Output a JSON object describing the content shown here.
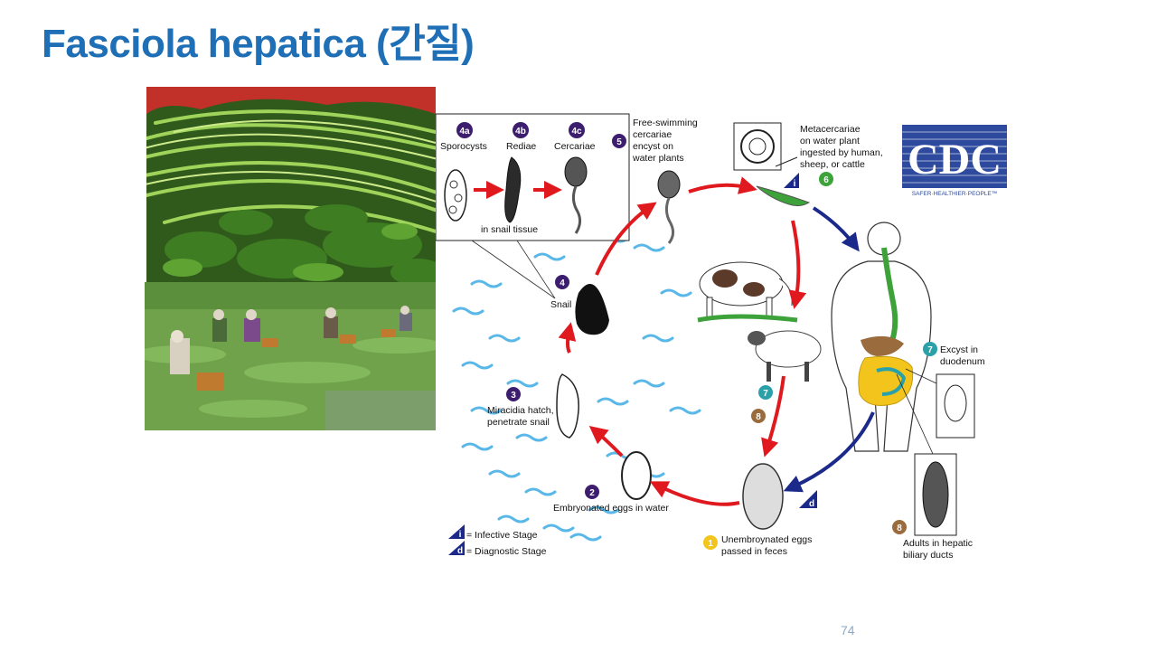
{
  "title": "Fasciola hepatica (간질)",
  "page_number": "74",
  "cdc_logo": {
    "text": "CDC",
    "tagline": "SAFER·HEALTHIER·PEOPLE™",
    "color": "#2e4a9e"
  },
  "colors": {
    "title": "#1f6fb6",
    "arrow_red": "#e0191f",
    "arrow_blue": "#1b2a8a",
    "badge_purple": "#3c1d6e",
    "badge_teal": "#2aa1a8",
    "badge_brown": "#9a6b3c",
    "badge_green": "#3da23a",
    "badge_yellow": "#f3c51c",
    "water": "#5ab8e8"
  },
  "stages": {
    "s4a": {
      "badge": "4a",
      "label": "Sporocysts"
    },
    "s4b": {
      "badge": "4b",
      "label": "Rediae"
    },
    "s4c": {
      "badge": "4c",
      "label": "Cercariae"
    },
    "in_snail": "in snail tissue",
    "s5": {
      "badge": "5",
      "lines": [
        "Free-swimming",
        "cercariae",
        "encyst on",
        "water plants"
      ]
    },
    "s6": {
      "badge": "6",
      "lines": [
        "Metacercariae",
        "on water plant",
        "ingested by human,",
        "sheep, or cattle"
      ]
    },
    "s4": {
      "badge": "4",
      "label": "Snail"
    },
    "s3": {
      "badge": "3",
      "lines": [
        "Miracidia hatch,",
        "penetrate snail"
      ]
    },
    "s2": {
      "badge": "2",
      "label": "Embryonated eggs in water"
    },
    "s1": {
      "badge": "1",
      "lines": [
        "Unembroynated eggs",
        "passed in feces"
      ]
    },
    "s7": {
      "badge": "7",
      "lines": [
        "Excyst in",
        "duodenum"
      ]
    },
    "s8": {
      "badge": "8",
      "lines": [
        "Adults in hepatic",
        "biliary ducts"
      ]
    },
    "animal7": {
      "badge": "7"
    },
    "animal8": {
      "badge": "8"
    }
  },
  "legend": {
    "infective": {
      "symbol": "i",
      "label": "= Infective Stage"
    },
    "diagnostic": {
      "symbol": "d",
      "label": "= Diagnostic Stage"
    }
  },
  "markers": {
    "infective": "i",
    "diagnostic": "d"
  }
}
